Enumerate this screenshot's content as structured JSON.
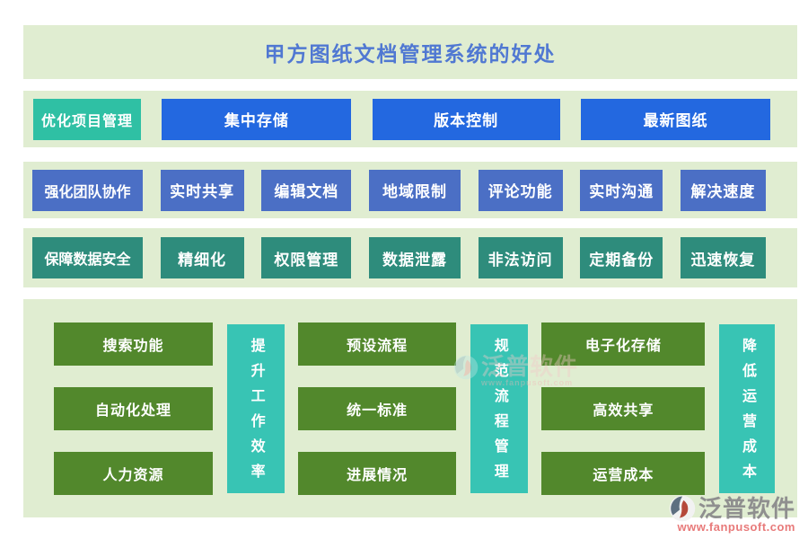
{
  "title": "甲方图纸文档管理系统的好处",
  "row1": {
    "items": [
      {
        "label": "优化项目管理"
      },
      {
        "label": "集中存储"
      },
      {
        "label": "版本控制"
      },
      {
        "label": "最新图纸"
      }
    ]
  },
  "row2": {
    "items": [
      {
        "label": "强化团队协作"
      },
      {
        "label": "实时共享"
      },
      {
        "label": "编辑文档"
      },
      {
        "label": "地域限制"
      },
      {
        "label": "评论功能"
      },
      {
        "label": "实时沟通"
      },
      {
        "label": "解决速度"
      }
    ]
  },
  "row3": {
    "items": [
      {
        "label": "保障数据安全"
      },
      {
        "label": "精细化"
      },
      {
        "label": "权限管理"
      },
      {
        "label": "数据泄露"
      },
      {
        "label": "非法访问"
      },
      {
        "label": "定期备份"
      },
      {
        "label": "迅速恢复"
      }
    ]
  },
  "bottom": {
    "group1": {
      "items": [
        "搜索功能",
        "自动化处理",
        "人力资源"
      ],
      "bar": "提升工作效率"
    },
    "group2": {
      "items": [
        "预设流程",
        "统一标准",
        "进展情况"
      ],
      "bar": "规范流程管理"
    },
    "group3": {
      "items": [
        "电子化存储",
        "高效共享",
        "运营成本"
      ],
      "bar": "降低运营成本"
    }
  },
  "watermark": {
    "brand": "泛普软件",
    "caption": "www.fanpusoft.com"
  },
  "footer": {
    "brand": "泛普软件",
    "url": "www.fanpusoft.com"
  },
  "colors": {
    "band_background": "#e0edd1",
    "title_text": "#5078d2",
    "teal_bright": "#2fc0a4",
    "blue_bright": "#2368e0",
    "blue_mid": "#4b6fc5",
    "teal_dark": "#2e8c7c",
    "green": "#52882c",
    "vertical_bar_teal": "#38c4b4",
    "footer_brand_gray": "#8f8f8f",
    "footer_url_red": "#e87a7a"
  }
}
